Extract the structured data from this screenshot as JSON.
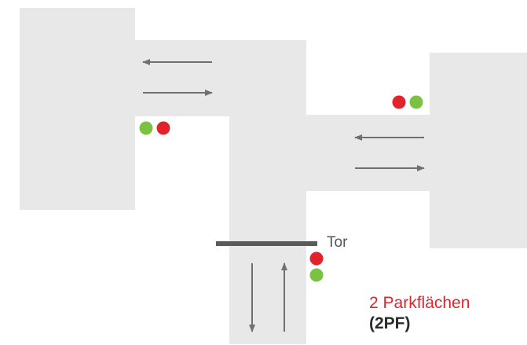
{
  "gate": {
    "label": "Tor"
  },
  "note": {
    "title": "2 Parkflächen",
    "subtitle": "(2PF)"
  },
  "colors": {
    "area": "#e8e8e8",
    "arrow": "#707070",
    "gate_bar": "#5a5a5a",
    "light_red": "#e3232b",
    "light_green": "#7cc242",
    "note_title": "#e3232b"
  },
  "signals": [
    {
      "name": "signal-pair-left",
      "order": [
        "green",
        "red"
      ]
    },
    {
      "name": "signal-pair-right",
      "order": [
        "red",
        "green"
      ]
    },
    {
      "name": "signal-pair-gate",
      "order": [
        "red",
        "green"
      ]
    }
  ]
}
